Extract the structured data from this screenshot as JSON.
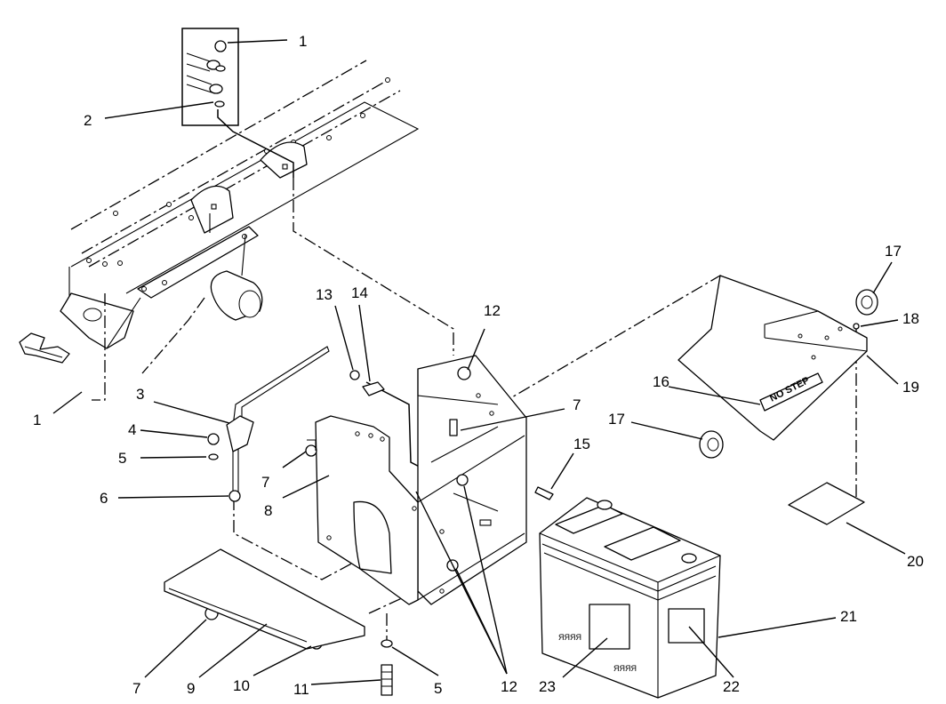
{
  "callouts": [
    {
      "id": "c1a",
      "text": "1"
    },
    {
      "id": "c2",
      "text": "2"
    },
    {
      "id": "c1b",
      "text": "1"
    },
    {
      "id": "c3",
      "text": "3"
    },
    {
      "id": "c4",
      "text": "4"
    },
    {
      "id": "c5a",
      "text": "5"
    },
    {
      "id": "c6",
      "text": "6"
    },
    {
      "id": "c7a",
      "text": "7"
    },
    {
      "id": "c8",
      "text": "8"
    },
    {
      "id": "c13",
      "text": "13"
    },
    {
      "id": "c14",
      "text": "14"
    },
    {
      "id": "c12a",
      "text": "12"
    },
    {
      "id": "c7b",
      "text": "7"
    },
    {
      "id": "c15",
      "text": "15"
    },
    {
      "id": "c16",
      "text": "16"
    },
    {
      "id": "c17a",
      "text": "17"
    },
    {
      "id": "c17b",
      "text": "17"
    },
    {
      "id": "c18",
      "text": "18"
    },
    {
      "id": "c19",
      "text": "19"
    },
    {
      "id": "c20",
      "text": "20"
    },
    {
      "id": "c21",
      "text": "21"
    },
    {
      "id": "c7c",
      "text": "7"
    },
    {
      "id": "c9",
      "text": "9"
    },
    {
      "id": "c10",
      "text": "10"
    },
    {
      "id": "c11",
      "text": "11"
    },
    {
      "id": "c5b",
      "text": "5"
    },
    {
      "id": "c12b",
      "text": "12"
    },
    {
      "id": "c23",
      "text": "23"
    },
    {
      "id": "c22",
      "text": "22"
    }
  ],
  "decal_text": "NO STEP",
  "battery_mark_left": "ЯЯЯЯ",
  "battery_mark_right": "ЯЯЯЯ"
}
